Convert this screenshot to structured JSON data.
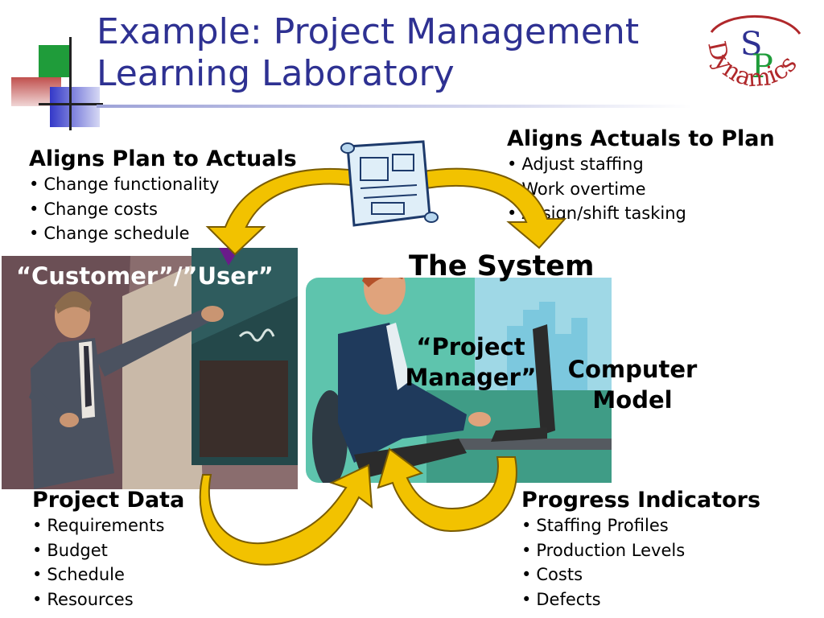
{
  "slide": {
    "title_line1": "Example: Project Management",
    "title_line2": "Learning Laboratory",
    "logo_letters": {
      "s": "S",
      "p": "P"
    },
    "logo_text": "Dynamics"
  },
  "top_left": {
    "heading": "Aligns Plan to Actuals",
    "items": [
      "Change functionality",
      "Change costs",
      "Change schedule"
    ]
  },
  "top_right": {
    "heading": "Aligns Actuals to Plan",
    "items": [
      "Adjust staffing",
      "Work overtime",
      "Assign/shift tasking"
    ]
  },
  "bottom_left": {
    "heading": "Project Data",
    "items": [
      "Requirements",
      "Budget",
      "Schedule",
      "Resources"
    ]
  },
  "bottom_right": {
    "heading": "Progress Indicators",
    "items": [
      "Staffing Profiles",
      "Production Levels",
      "Costs",
      "Defects"
    ]
  },
  "labels": {
    "customer": "“Customer”/”User”",
    "system": "The System",
    "pm_line1": "“Project",
    "pm_line2": "Manager”",
    "model_line1": "Computer",
    "model_line2": "Model"
  },
  "bullet_char": "•",
  "colors": {
    "title": "#2e3192",
    "arrow_fill": "#f2c200",
    "arrow_stroke": "#7a5c00",
    "system_bg": "#5ec4ad",
    "logo_red": "#b0282b",
    "logo_blue": "#2e3192",
    "logo_green": "#1f9c3a"
  }
}
